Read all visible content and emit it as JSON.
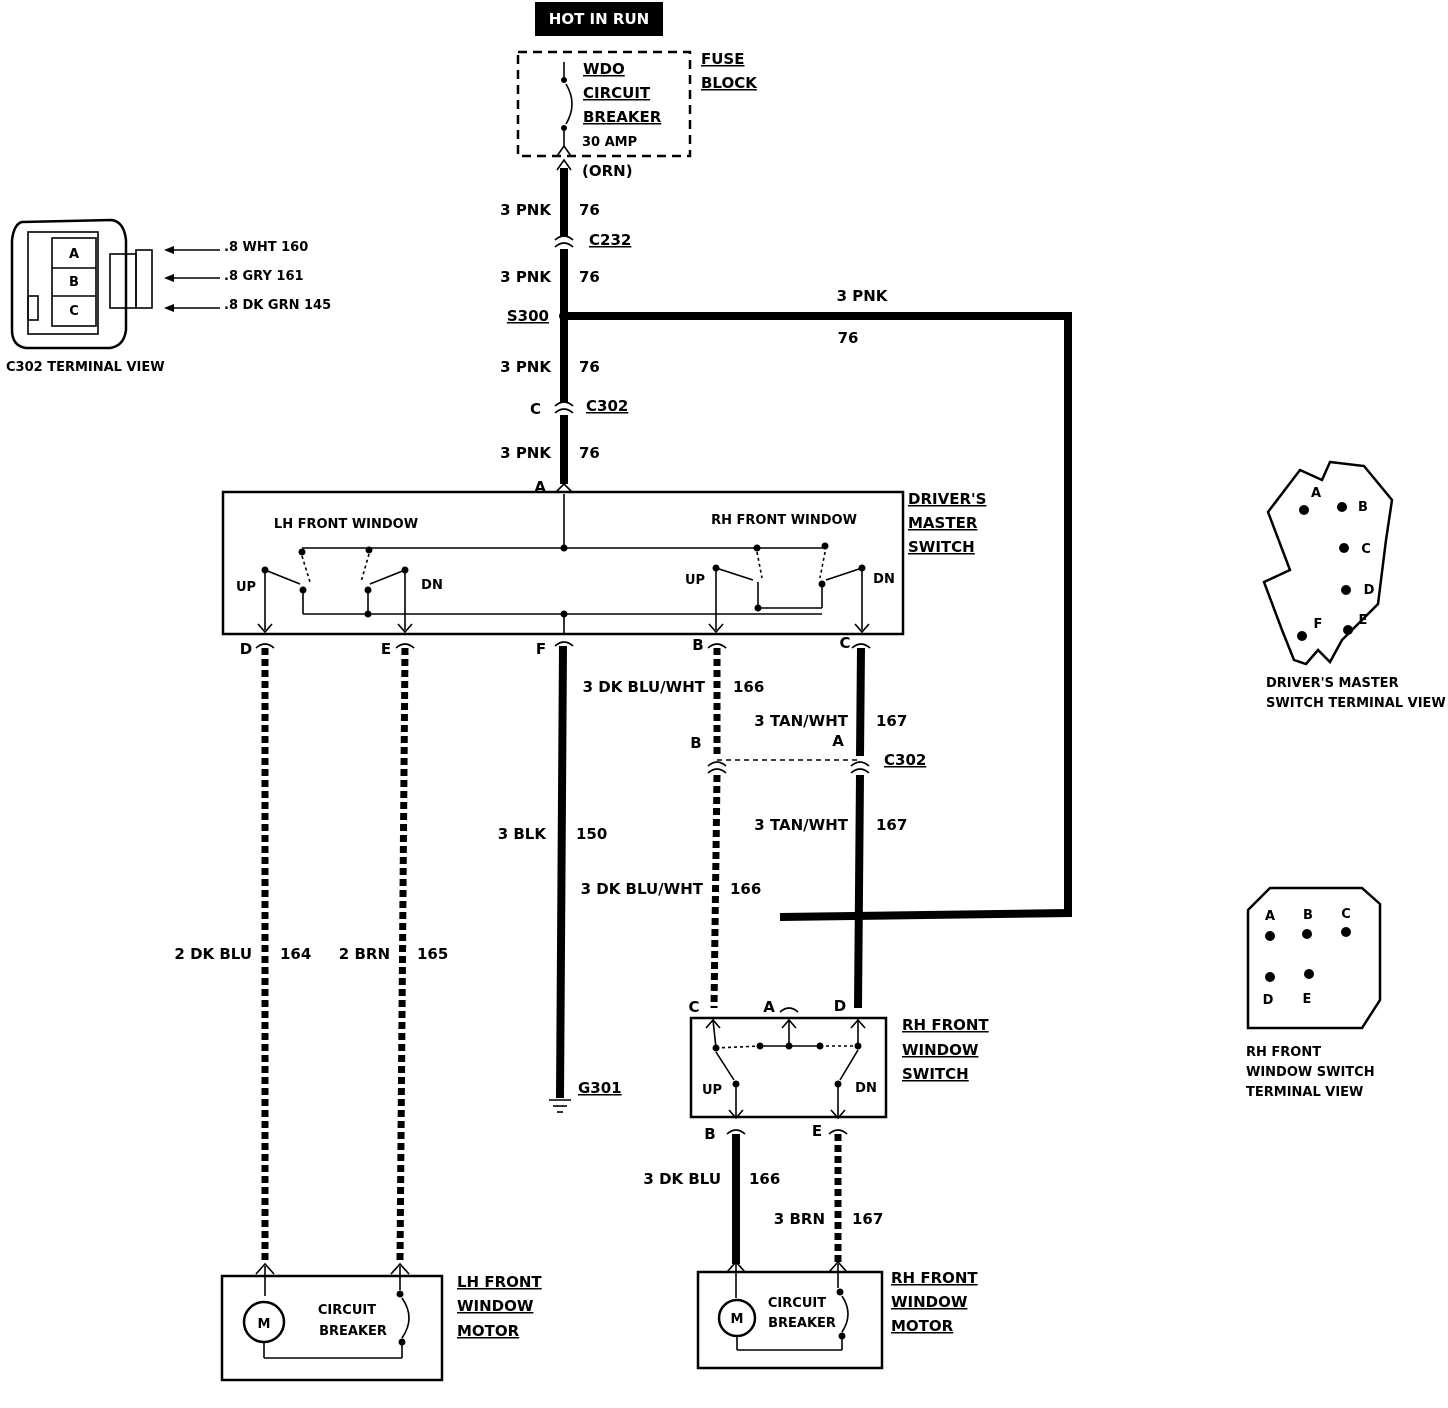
{
  "hot": "HOT IN RUN",
  "fuse": {
    "breaker": [
      "WDO",
      "CIRCUIT",
      "BREAKER"
    ],
    "amp": "30 AMP",
    "block": [
      "FUSE",
      "BLOCK"
    ],
    "orn": "(ORN)"
  },
  "main_feed": {
    "seg1": {
      "wire": "3 PNK",
      "circuit": "76"
    },
    "c232": "C232",
    "seg2": {
      "wire": "3 PNK",
      "circuit": "76"
    },
    "s300": "S300",
    "seg3": {
      "wire": "3 PNK",
      "circuit": "76"
    },
    "c302_pin": "C",
    "c302": "C302",
    "seg4": {
      "wire": "3 PNK",
      "circuit": "76"
    },
    "branch": {
      "wire": "3 PNK",
      "circuit": "76"
    }
  },
  "c302_view": {
    "title": "C302 TERMINAL VIEW",
    "pins": [
      "A",
      "B",
      "C"
    ],
    "wires": [
      ".8 WHT 160",
      ".8 GRY 161",
      ".8 DK GRN 145"
    ]
  },
  "master": {
    "title": [
      "DRIVER'S",
      "MASTER",
      "SWITCH"
    ],
    "lh": "LH FRONT WINDOW",
    "rh": "RH FRONT WINDOW",
    "up": "UP",
    "dn": "DN",
    "pin_a": "A",
    "pins_bottom": [
      "D",
      "E",
      "F",
      "B",
      "C"
    ]
  },
  "wires": {
    "lh_up": {
      "wire": "2 DK BLU",
      "circuit": "164"
    },
    "lh_dn": {
      "wire": "2 BRN",
      "circuit": "165"
    },
    "ground": {
      "wire": "3 BLK",
      "circuit": "150",
      "label": "G301"
    },
    "rh_up_1": {
      "wire": "3 DK BLU/WHT",
      "circuit": "166"
    },
    "rh_dn_1": {
      "wire": "3 TAN/WHT",
      "circuit": "167"
    },
    "c302b_pins": [
      "B",
      "A"
    ],
    "c302b": "C302",
    "rh_dn_2": {
      "wire": "3 TAN/WHT",
      "circuit": "167"
    },
    "rh_up_2": {
      "wire": "3 DK BLU/WHT",
      "circuit": "166"
    },
    "rh_mot_up": {
      "wire": "3 DK BLU",
      "circuit": "166"
    },
    "rh_mot_dn": {
      "wire": "3 BRN",
      "circuit": "167"
    }
  },
  "rh_switch": {
    "title": [
      "RH FRONT",
      "WINDOW",
      "SWITCH"
    ],
    "pins_top": [
      "C",
      "A",
      "D"
    ],
    "up": "UP",
    "dn": "DN",
    "pins_bottom": [
      "B",
      "E"
    ]
  },
  "lh_motor": {
    "title": [
      "LH FRONT",
      "WINDOW",
      "MOTOR"
    ],
    "breaker": [
      "CIRCUIT",
      "BREAKER"
    ],
    "m": "M"
  },
  "rh_motor": {
    "title": [
      "RH FRONT",
      "WINDOW",
      "MOTOR"
    ],
    "breaker": [
      "CIRCUIT",
      "BREAKER"
    ],
    "m": "M"
  },
  "master_view": {
    "title": [
      "DRIVER'S MASTER",
      "SWITCH TERMINAL VIEW"
    ],
    "pins": [
      "A",
      "B",
      "C",
      "D",
      "E",
      "F"
    ]
  },
  "rh_view": {
    "title": [
      "RH FRONT",
      "WINDOW SWITCH",
      "TERMINAL VIEW"
    ],
    "pins": [
      "A",
      "B",
      "C",
      "D",
      "E"
    ]
  }
}
